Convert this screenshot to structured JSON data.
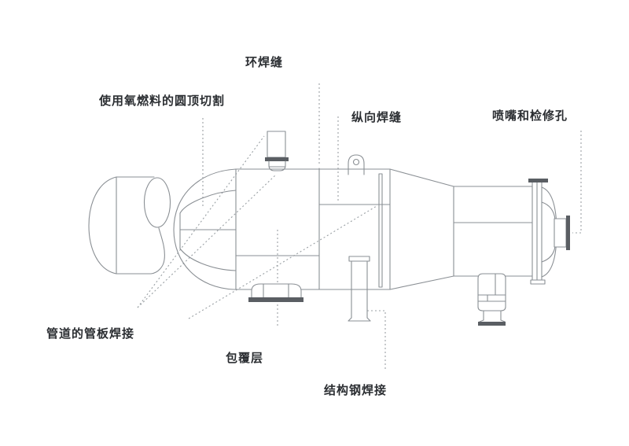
{
  "diagram": {
    "labels": {
      "girth_weld": "环焊缝",
      "dome_cut": "使用氧燃料的圆顶切割",
      "longitudinal_weld": "纵向焊缝",
      "nozzles_manholes": "喷嘴和检修孔",
      "tube_plate_weld": "管道的管板焊接",
      "cladding": "包覆层",
      "structural_steel_weld": "结构钢焊接"
    },
    "colors": {
      "line": "#8a8f94",
      "dark": "#5a5e63",
      "leader": "#9aa0a4",
      "text": "#2b2e32",
      "background": "#ffffff"
    }
  }
}
